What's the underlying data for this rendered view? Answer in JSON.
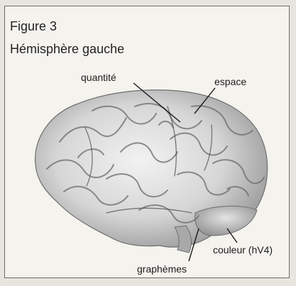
{
  "figure": {
    "title": "Figure 3",
    "subtitle": "Hémisphère gauche"
  },
  "labels": {
    "quantite": "quantité",
    "espace": "espace",
    "couleur": "couleur (hV4)",
    "graphemes": "graphèmes"
  },
  "colors": {
    "background": "#e7e5e0",
    "frame": "#6d6a66",
    "brain_light": "#dcdcdc",
    "brain_shadow": "#8c8c8c",
    "text": "#1c1c1c"
  },
  "image_elements": {
    "main_image": "brain-left-hemisphere"
  }
}
